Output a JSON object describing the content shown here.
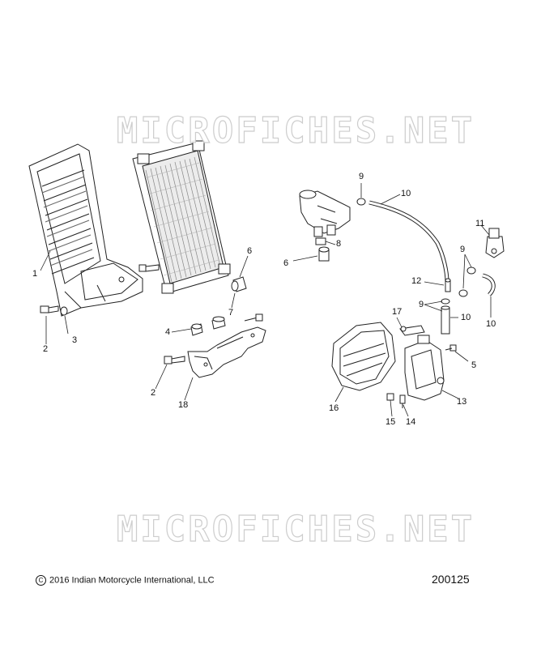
{
  "watermark": "MICROFICHES.NET",
  "callouts": [
    {
      "id": "c1",
      "label": "1"
    },
    {
      "id": "c2a",
      "label": "2"
    },
    {
      "id": "c3",
      "label": "3"
    },
    {
      "id": "c4",
      "label": "4"
    },
    {
      "id": "c2b",
      "label": "2"
    },
    {
      "id": "c18",
      "label": "18"
    },
    {
      "id": "c6a",
      "label": "6"
    },
    {
      "id": "c7",
      "label": "7"
    },
    {
      "id": "c9a",
      "label": "9"
    },
    {
      "id": "c10a",
      "label": "10"
    },
    {
      "id": "c8",
      "label": "8"
    },
    {
      "id": "c6b",
      "label": "6"
    },
    {
      "id": "c11",
      "label": "11"
    },
    {
      "id": "c9b",
      "label": "9"
    },
    {
      "id": "c12",
      "label": "12"
    },
    {
      "id": "c9c",
      "label": "9"
    },
    {
      "id": "c10b",
      "label": "10"
    },
    {
      "id": "c10c",
      "label": "10"
    },
    {
      "id": "c17",
      "label": "17"
    },
    {
      "id": "c5",
      "label": "5"
    },
    {
      "id": "c16",
      "label": "16"
    },
    {
      "id": "c13",
      "label": "13"
    },
    {
      "id": "c15",
      "label": "15"
    },
    {
      "id": "c14",
      "label": "14"
    }
  ],
  "footer": {
    "copyright_symbol": "C",
    "copyright": "2016 Indian Motorcycle International, LLC",
    "diagram_number": "200125"
  }
}
